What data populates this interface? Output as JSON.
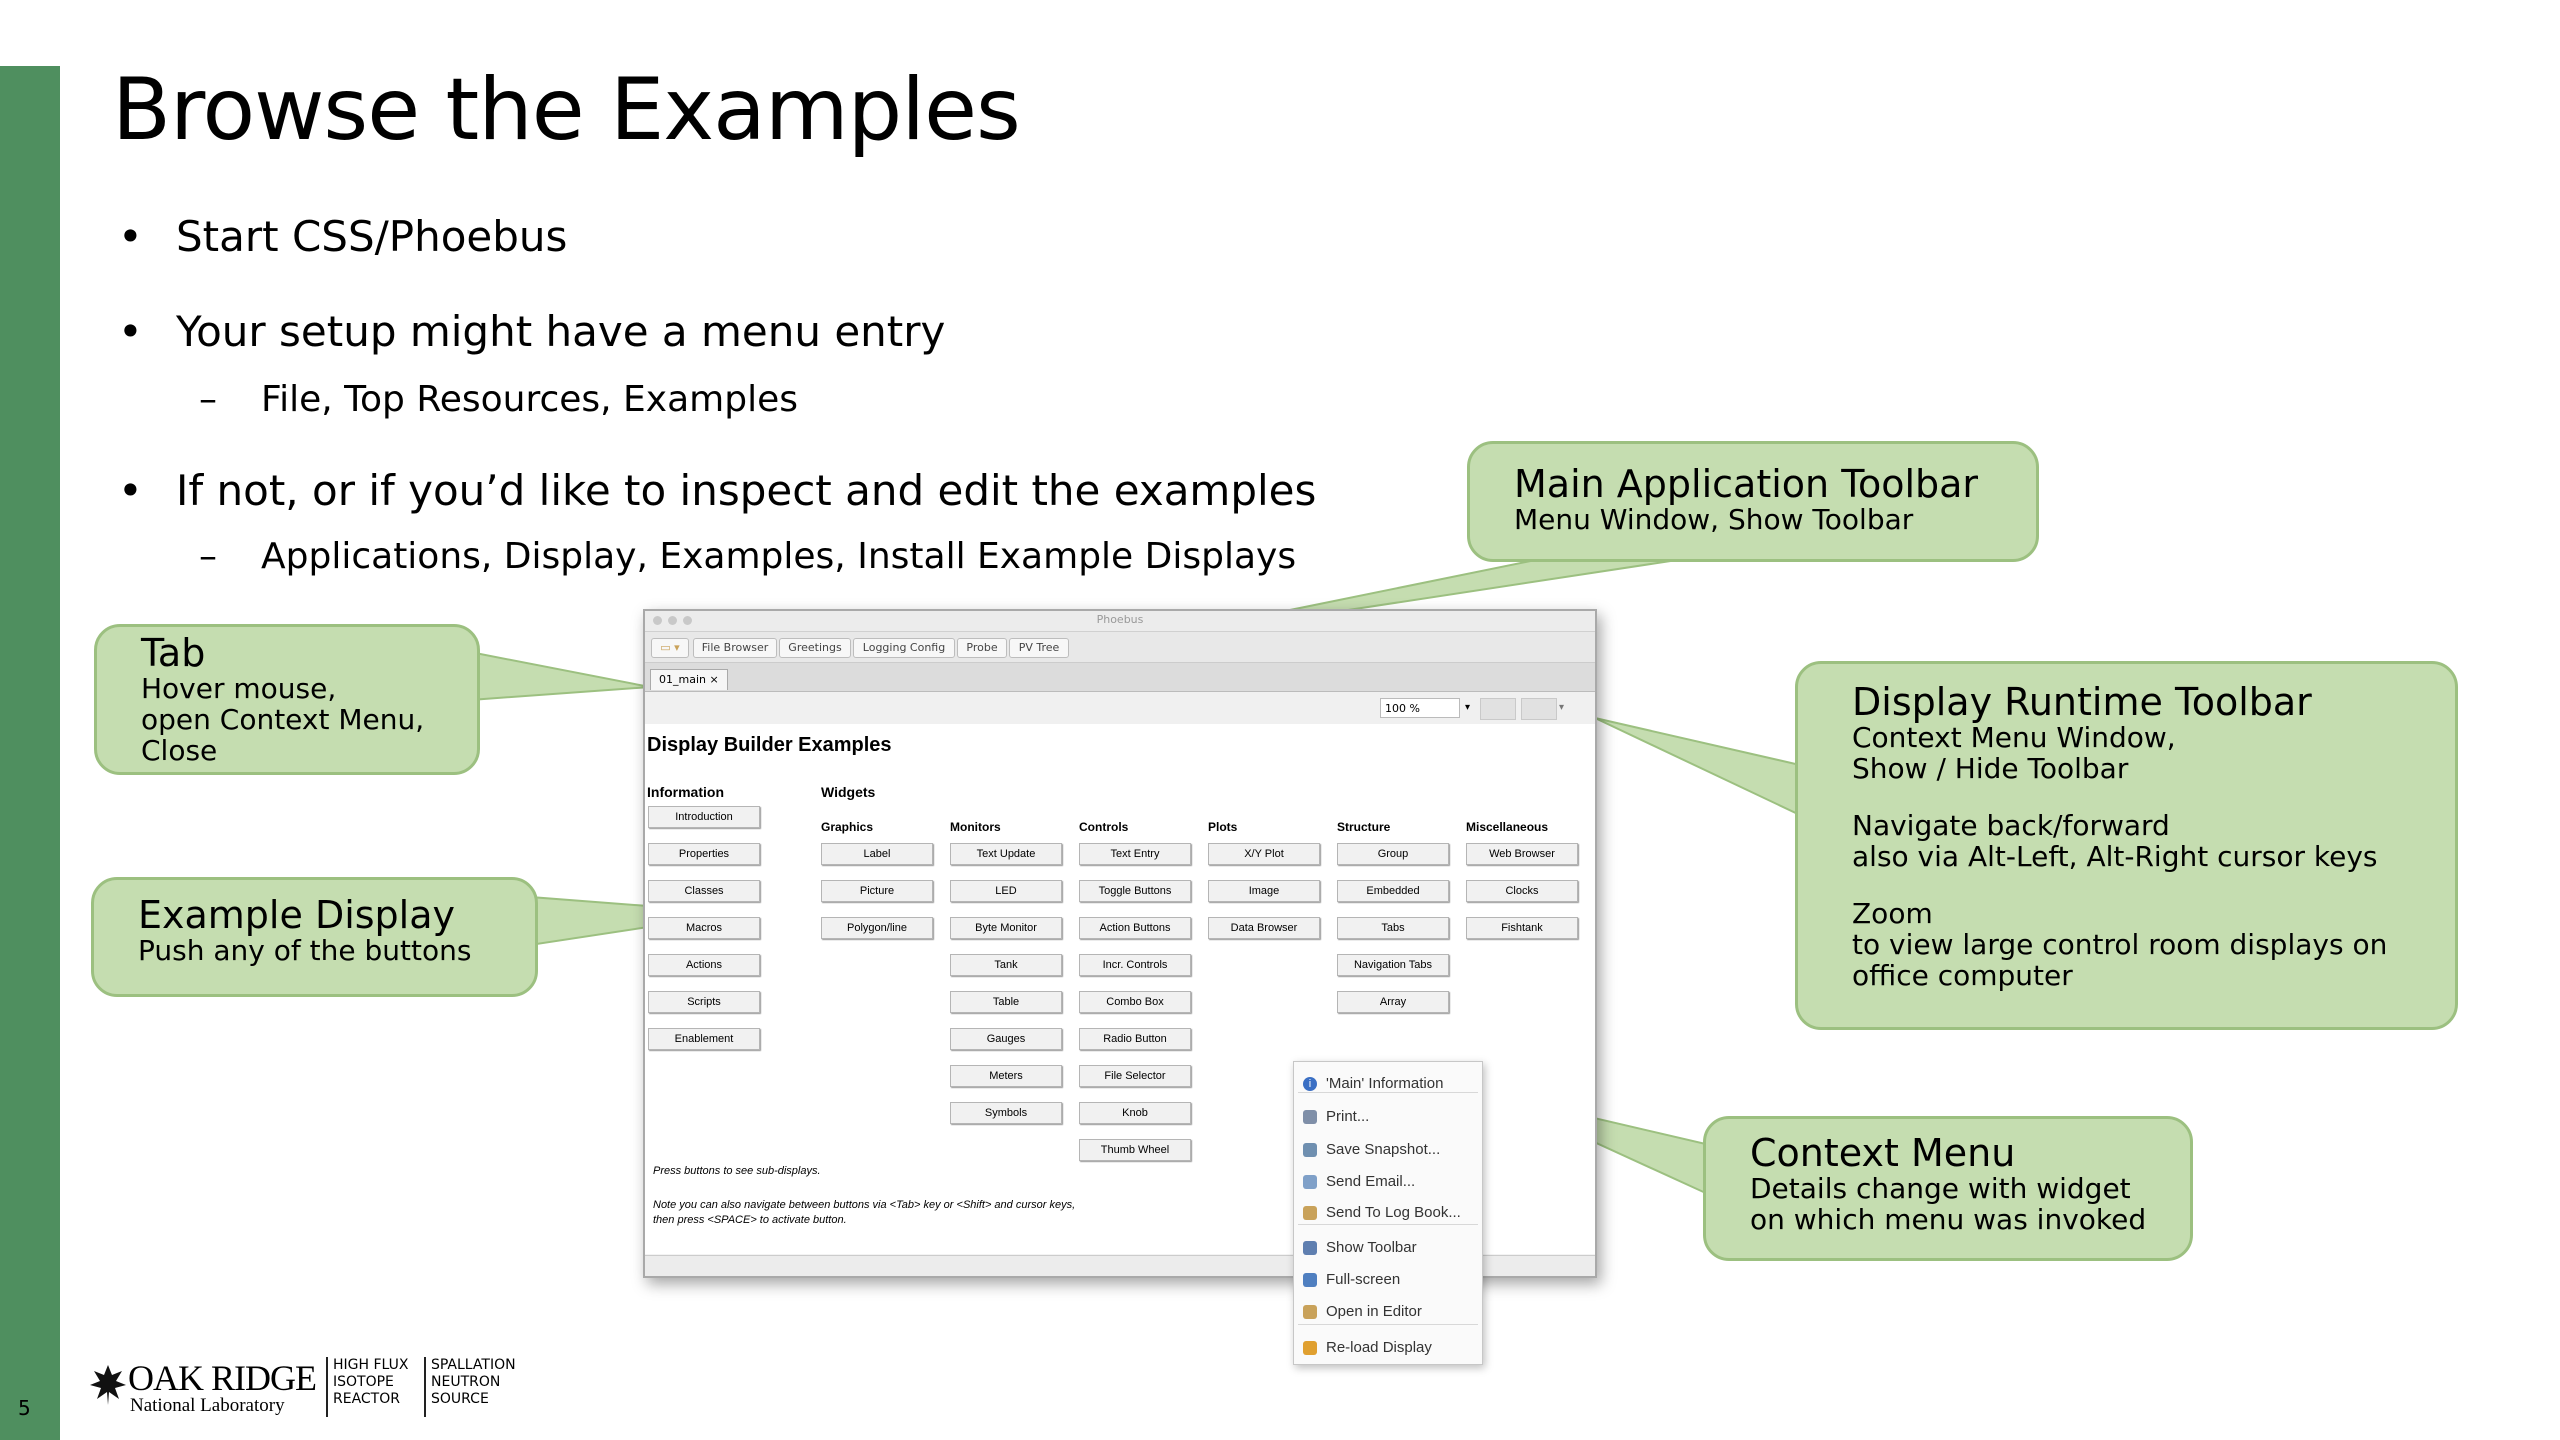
{
  "slide": {
    "title": "Browse the Examples",
    "number": "5",
    "accent_color": "#4f8f5f",
    "callout_color": "#c5ddb0",
    "bullets": [
      {
        "text": "Start CSS/Phoebus"
      },
      {
        "text": "Your setup might have a menu entry",
        "sub": "File, Top Resources, Examples"
      },
      {
        "text": "If not, or if you’d like to inspect and edit the examples",
        "sub": "Applications, Display, Examples, Install Example Displays"
      }
    ]
  },
  "callouts": {
    "main_toolbar": {
      "title": "Main Application Toolbar",
      "lines": [
        "Menu Window, Show Toolbar"
      ]
    },
    "tab": {
      "title": "Tab",
      "lines": [
        "Hover mouse,",
        "open Context Menu,",
        "Close"
      ]
    },
    "example_display": {
      "title": "Example Display",
      "lines": [
        "Push any of the buttons"
      ]
    },
    "runtime_toolbar": {
      "title": "Display Runtime Toolbar",
      "lines": [
        "Context Menu Window,",
        "Show / Hide Toolbar",
        "Navigate back/forward",
        "also via Alt-Left, Alt-Right cursor keys",
        "Zoom",
        "to view large control room displays on",
        "office computer"
      ]
    },
    "context_menu": {
      "title": "Context Menu",
      "lines": [
        "Details change with widget",
        "on which menu was invoked"
      ]
    }
  },
  "phoebus": {
    "window_title": "Phoebus",
    "toolbar": [
      "File Browser",
      "Greetings",
      "Logging Config",
      "Probe",
      "PV Tree"
    ],
    "tab_label": "01_main ×",
    "zoom": "100 %",
    "heading": "Display Builder Examples",
    "section_information": "Information",
    "section_widgets": "Widgets",
    "information": [
      "Introduction",
      "Properties",
      "Classes",
      "Macros",
      "Actions",
      "Scripts",
      "Enablement"
    ],
    "columns": [
      {
        "header": "Graphics",
        "items": [
          "Label",
          "Picture",
          "Polygon/line"
        ]
      },
      {
        "header": "Monitors",
        "items": [
          "Text Update",
          "LED",
          "Byte Monitor",
          "Tank",
          "Table",
          "Gauges",
          "Meters",
          "Symbols"
        ]
      },
      {
        "header": "Controls",
        "items": [
          "Text Entry",
          "Toggle Buttons",
          "Action Buttons",
          "Incr. Controls",
          "Combo Box",
          "Radio Button",
          "File Selector",
          "Knob",
          "Thumb Wheel"
        ]
      },
      {
        "header": "Plots",
        "items": [
          "X/Y Plot",
          "Image",
          "Data Browser"
        ]
      },
      {
        "header": "Structure",
        "items": [
          "Group",
          "Embedded",
          "Tabs",
          "Navigation Tabs",
          "Array"
        ]
      },
      {
        "header": "Miscellaneous",
        "items": [
          "Web Browser",
          "Clocks",
          "Fishtank"
        ]
      }
    ],
    "note1": "Press buttons to see sub-displays.",
    "note2a": "Note you can also navigate between buttons via <Tab> key or <Shift> and cursor keys,",
    "note2b": "then press <SPACE> to activate button."
  },
  "context_menu": {
    "items": [
      {
        "label": "'Main' Information",
        "icon": "info-icon",
        "color": "#3a6fc4"
      },
      {
        "label": "Print...",
        "icon": "printer-icon",
        "color": "#7f8fa8"
      },
      {
        "label": "Save Snapshot...",
        "icon": "snapshot-icon",
        "color": "#6f8fb0"
      },
      {
        "label": "Send Email...",
        "icon": "email-icon",
        "color": "#7fa0c8"
      },
      {
        "label": "Send To Log Book...",
        "icon": "logbook-icon",
        "color": "#c9a25a"
      },
      {
        "label": "Show Toolbar",
        "icon": "toolbar-icon",
        "color": "#5f7fb0"
      },
      {
        "label": "Full-screen",
        "icon": "fullscreen-icon",
        "color": "#4f7fc0"
      },
      {
        "label": "Open in Editor",
        "icon": "editor-icon",
        "color": "#c9a25a"
      },
      {
        "label": "Re-load Display",
        "icon": "reload-icon",
        "color": "#e0a030"
      }
    ]
  },
  "logo": {
    "oak": "OAK RIDGE",
    "national": "National Laboratory",
    "hfir": [
      "HIGH FLUX",
      "ISOTOPE",
      "REACTOR"
    ],
    "sns": [
      "SPALLATION",
      "NEUTRON",
      "SOURCE"
    ]
  }
}
